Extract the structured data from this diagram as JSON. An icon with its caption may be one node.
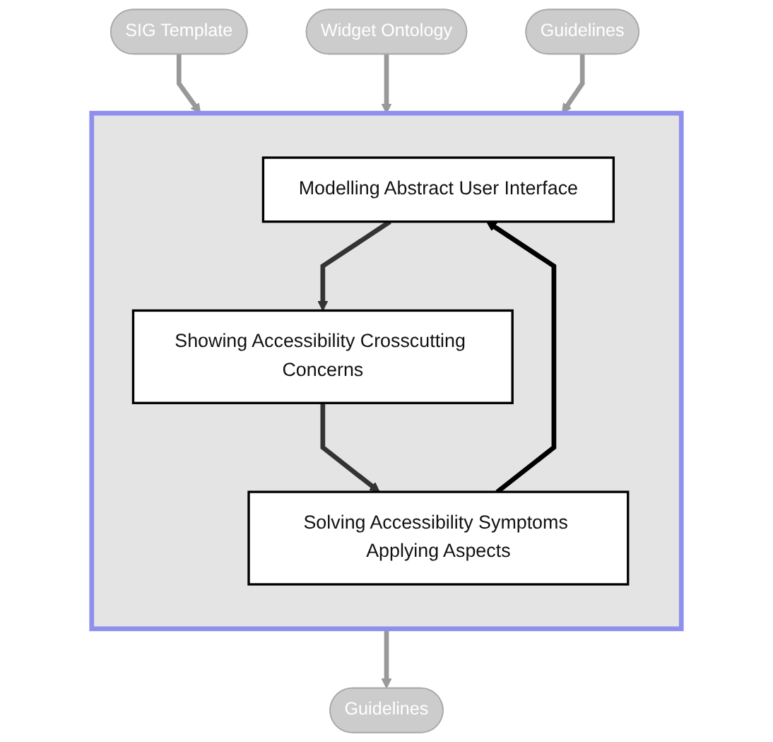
{
  "diagram": {
    "nodes": [
      {
        "text": [
          "SIG Template"
        ]
      },
      {
        "text": [
          "Widget Ontology"
        ]
      },
      {
        "text": [
          "Guidelines"
        ]
      },
      {
        "text": [],
        "shape": "box"
      },
      {
        "text": [
          "Modelling Abstract User Interface"
        ],
        "in": 3
      },
      {
        "text": [
          "Showing Accessibility Crosscutting Concerns"
        ],
        "in": 3
      },
      {
        "text": [
          "Solving Accessibility Symptoms Applying Aspects"
        ],
        "in": 3
      },
      {
        "text": [
          "Guidelines"
        ]
      }
    ],
    "edges": [
      {
        "from": 0,
        "to": 3,
        "arrow": "to"
      },
      {
        "from": 1,
        "to": 3,
        "arrow": "to"
      },
      {
        "from": 2,
        "to": 3,
        "arrow": "to"
      },
      {
        "from": 4,
        "to": 5,
        "arrow": "to",
        "color": "#333333"
      },
      {
        "from": 5,
        "to": 6,
        "arrow": "to",
        "color": "#333333"
      },
      {
        "from": 6,
        "to": 4,
        "arrow": "to",
        "color": "#000000"
      },
      {
        "from": 3,
        "to": 7,
        "arrow": "to"
      }
    ]
  }
}
